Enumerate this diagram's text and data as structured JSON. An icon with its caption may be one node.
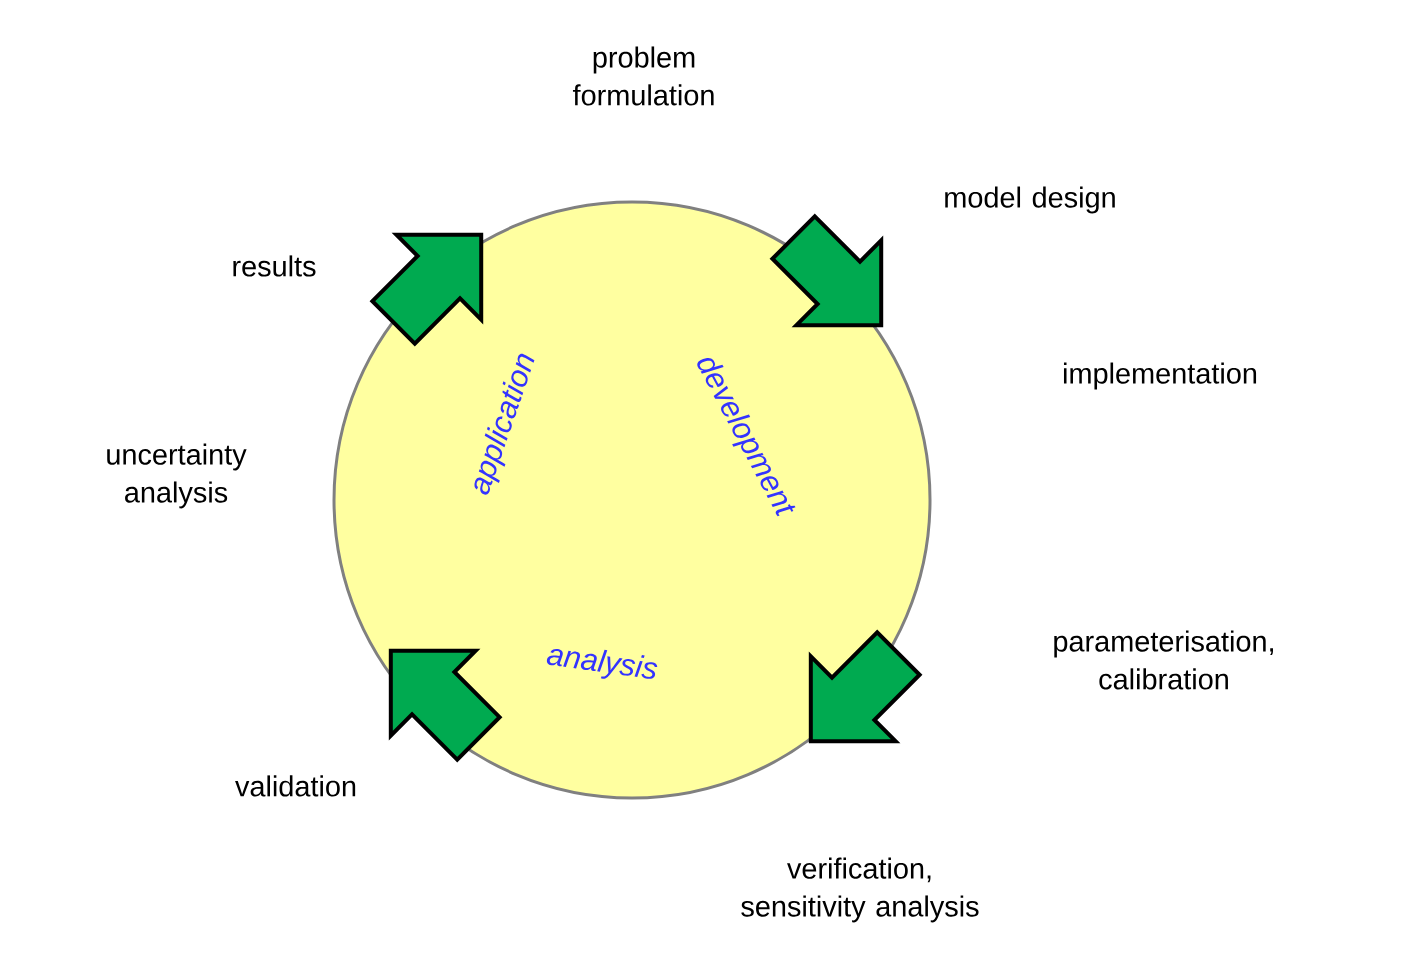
{
  "diagram": {
    "nodes": [
      {
        "text": [
          "application",
          "development",
          "analysis"
        ]
      }
    ],
    "labels": [
      "problem formulation",
      "model design",
      "results",
      "implementation",
      "uncertainty analysis",
      "parameterisation, calibration",
      "validation",
      "verification, sensitivity analysis"
    ]
  }
}
